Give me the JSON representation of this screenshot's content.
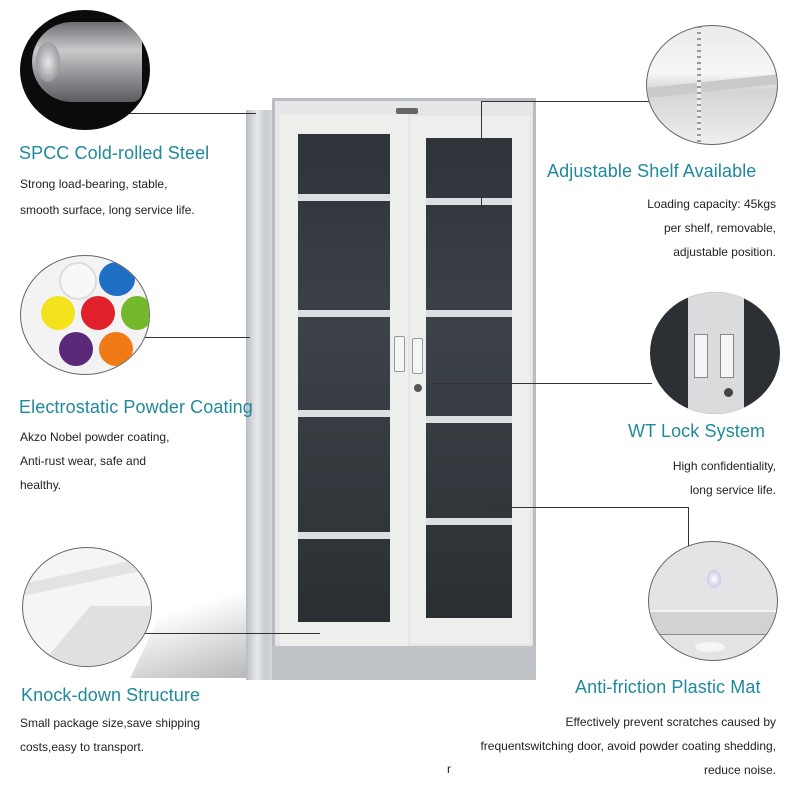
{
  "features": {
    "steel": {
      "title": "SPCC Cold-rolled Steel",
      "lines": [
        "Strong load-bearing, stable,",
        "smooth surface, long service life."
      ],
      "icon": "steel-coil-image"
    },
    "shelf": {
      "title": "Adjustable Shelf Available",
      "lines": [
        "Loading capacity: 45kgs",
        "per shelf, removable,",
        "adjustable position."
      ],
      "icon": "shelf-bracket-image"
    },
    "coating": {
      "title": "Electrostatic Powder Coating",
      "lines": [
        "Akzo Nobel powder coating,",
        "Anti-rust wear, safe and",
        "healthy."
      ],
      "icon": "powder-colors-image",
      "colors": [
        "#f4f4f4",
        "#1f6fc4",
        "#f2e31c",
        "#e0202a",
        "#74b82c",
        "#5a2a78",
        "#f07a16"
      ]
    },
    "lock": {
      "title": "WT Lock System",
      "lines": [
        "High confidentiality,",
        "long service life."
      ],
      "icon": "lock-handles-image"
    },
    "knockdown": {
      "title": "Knock-down Structure",
      "lines": [
        "Small package size,save shipping",
        "costs,easy to transport."
      ],
      "icon": "panel-corner-image"
    },
    "mat": {
      "title": "Anti-friction Plastic Mat",
      "lines": [
        "Effectively prevent scratches caused by",
        "frequentswitching door, avoid powder coating shedding,",
        "reduce noise."
      ],
      "stray": "r",
      "icon": "plastic-mat-image"
    }
  },
  "product": {
    "name": "glass-door-steel-cabinet",
    "accent_color": "#1e8a9c",
    "body_color": "#e4e6e8",
    "frame_color": "#b9bdc3"
  }
}
